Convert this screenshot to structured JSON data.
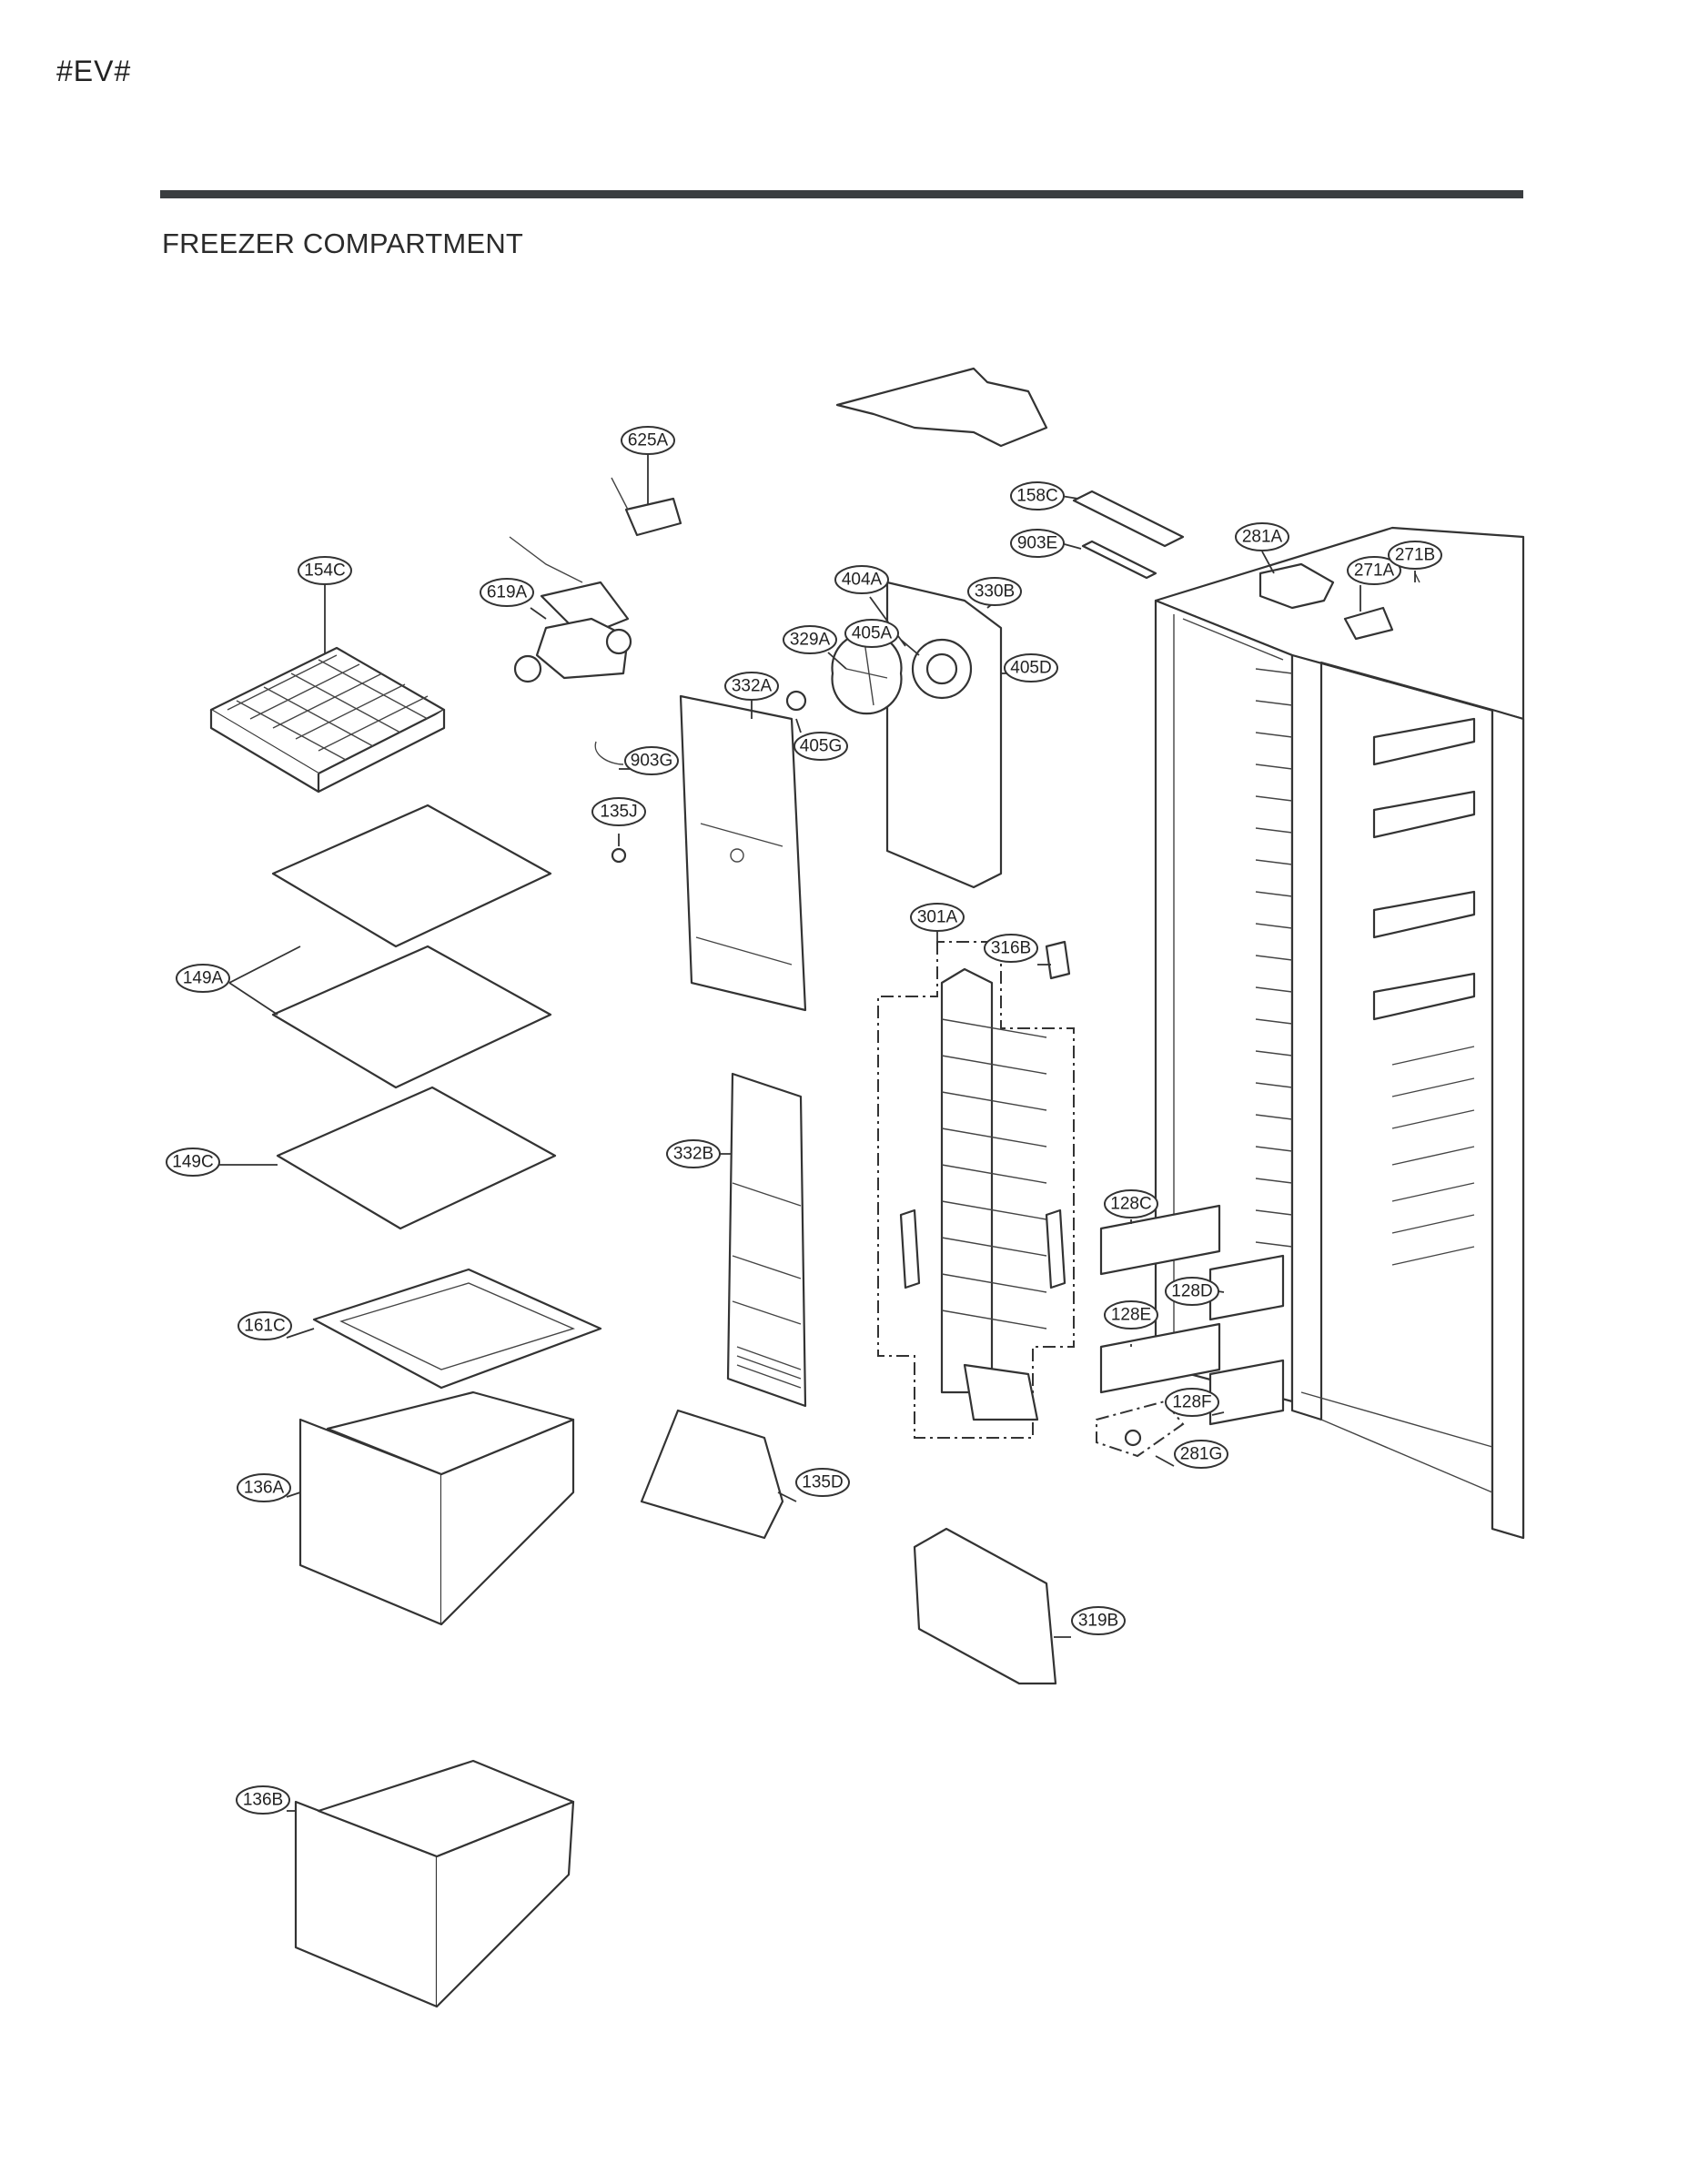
{
  "header": {
    "corner_tag": "#EV#",
    "section_title": "FREEZER COMPARTMENT"
  },
  "callouts": [
    {
      "id": "625A"
    },
    {
      "id": "158C"
    },
    {
      "id": "903E"
    },
    {
      "id": "281A"
    },
    {
      "id": "271A"
    },
    {
      "id": "271B"
    },
    {
      "id": "154C"
    },
    {
      "id": "619A"
    },
    {
      "id": "404A"
    },
    {
      "id": "330B"
    },
    {
      "id": "329A"
    },
    {
      "id": "405A"
    },
    {
      "id": "405D"
    },
    {
      "id": "332A"
    },
    {
      "id": "405G"
    },
    {
      "id": "903G"
    },
    {
      "id": "135J"
    },
    {
      "id": "149A"
    },
    {
      "id": "301A"
    },
    {
      "id": "316B"
    },
    {
      "id": "149C"
    },
    {
      "id": "332B"
    },
    {
      "id": "128C"
    },
    {
      "id": "128D"
    },
    {
      "id": "128E"
    },
    {
      "id": "161C"
    },
    {
      "id": "128F"
    },
    {
      "id": "281G"
    },
    {
      "id": "136A"
    },
    {
      "id": "135D"
    },
    {
      "id": "319B"
    },
    {
      "id": "136B"
    }
  ],
  "colors": {
    "rule": "#3a3d40",
    "line": "#333333"
  }
}
